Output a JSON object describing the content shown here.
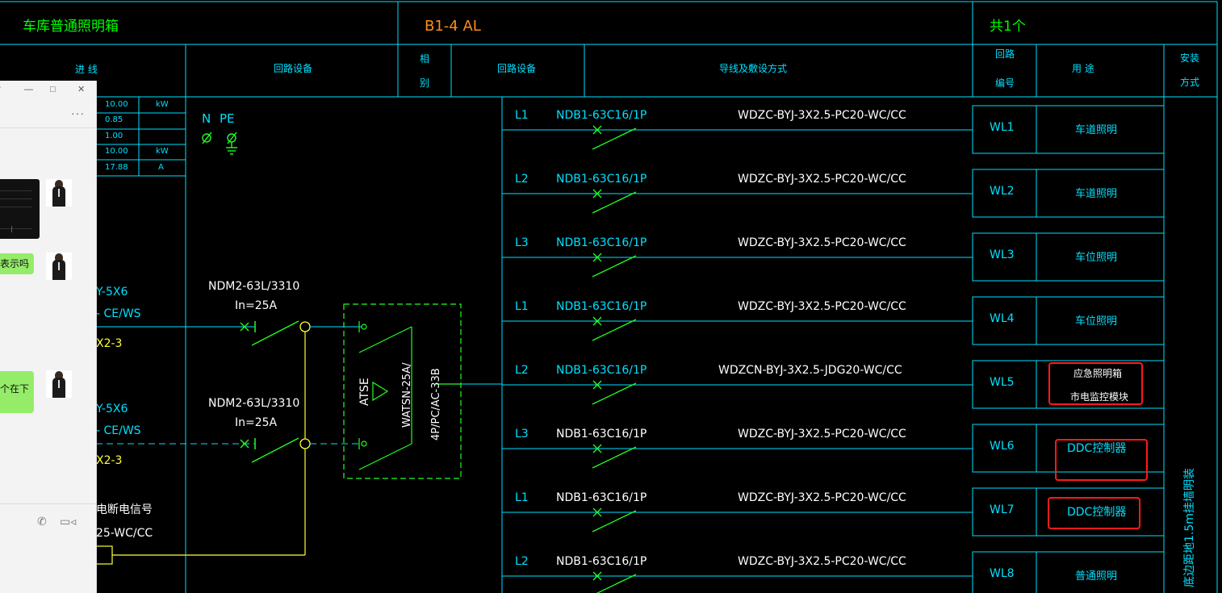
{
  "header": {
    "box_title": "车库普通照明箱",
    "box_code": "B1-4 AL",
    "box_count": "共1个"
  },
  "columns": {
    "incoming": "进   线",
    "circuit_device_left": "回路设备",
    "phase_top": "相",
    "phase_bottom": "别",
    "circuit_device_right": "回路设备",
    "wiring_method": "导线及敷设方式",
    "circuit_no_top": "回路",
    "circuit_no_bottom": "编号",
    "usage": "用   途",
    "install_top": "安装",
    "install_bottom": "方式"
  },
  "incoming_params": [
    {
      "value": "10.00",
      "unit": "kW"
    },
    {
      "value": "0.85",
      "unit": ""
    },
    {
      "value": "1.00",
      "unit": ""
    },
    {
      "value": "10.00",
      "unit": "kW"
    },
    {
      "value": "17.88",
      "unit": "A"
    }
  ],
  "bus_labels": {
    "n": "N",
    "pe": "PE"
  },
  "incoming_feeds": [
    {
      "cable_a": "Y-5X6",
      "cable_b": "- CE/WS",
      "cable_c": "X2-3",
      "breaker": "NDM2-63L/3310",
      "rating": "In=25A"
    },
    {
      "cable_a": "Y-5X6",
      "cable_b": "- CE/WS",
      "cable_c": "X2-3",
      "breaker": "NDM2-63L/3310",
      "rating": "In=25A"
    }
  ],
  "ats": {
    "label": "ATSE",
    "model_a": "WATSN-25A/",
    "model_b": "4P/PC/AC-33B"
  },
  "fire_signal": {
    "line_a": "电断电信号",
    "line_b": "25-WC/CC"
  },
  "circuits": [
    {
      "phase": "L1",
      "breaker": "NDB1-63C16/1P",
      "cable": "WDZC-BYJ-3X2.5-PC20-WC/CC",
      "id": "WL1",
      "usage_a": "车道照明",
      "usage_b": "",
      "breaker_color": "#00e0ff"
    },
    {
      "phase": "L2",
      "breaker": "NDB1-63C16/1P",
      "cable": "WDZC-BYJ-3X2.5-PC20-WC/CC",
      "id": "WL2",
      "usage_a": "车道照明",
      "usage_b": "",
      "breaker_color": "#00e0ff"
    },
    {
      "phase": "L3",
      "breaker": "NDB1-63C16/1P",
      "cable": "WDZC-BYJ-3X2.5-PC20-WC/CC",
      "id": "WL3",
      "usage_a": "车位照明",
      "usage_b": "",
      "breaker_color": "#00e0ff"
    },
    {
      "phase": "L1",
      "breaker": "NDB1-63C16/1P",
      "cable": "WDZC-BYJ-3X2.5-PC20-WC/CC",
      "id": "WL4",
      "usage_a": "车位照明",
      "usage_b": "",
      "breaker_color": "#00e0ff"
    },
    {
      "phase": "L2",
      "breaker": "NDB1-63C16/1P",
      "cable": "WDZCN-BYJ-3X2.5-JDG20-WC/CC",
      "id": "WL5",
      "usage_a": "应急照明箱",
      "usage_b": "市电监控模块",
      "breaker_color": "#00e0ff"
    },
    {
      "phase": "L3",
      "breaker": "NDB1-63C16/1P",
      "cable": "WDZC-BYJ-3X2.5-PC20-WC/CC",
      "id": "WL6",
      "usage_a": "DDC控制器",
      "usage_b": "",
      "breaker_color": "#ffffff"
    },
    {
      "phase": "L1",
      "breaker": "NDB1-63C16/1P",
      "cable": "WDZC-BYJ-3X2.5-PC20-WC/CC",
      "id": "WL7",
      "usage_a": "DDC控制器",
      "usage_b": "",
      "breaker_color": "#ffffff"
    },
    {
      "phase": "L2",
      "breaker": "NDB1-63C16/1P",
      "cable": "WDZC-BYJ-3X2.5-PC20-WC/CC",
      "id": "WL8",
      "usage_a": "普通照明",
      "usage_b": "",
      "breaker_color": "#ffffff"
    }
  ],
  "install_note": "底边距地1.5m挂墙明装",
  "chat": {
    "bubble_1": "表示吗",
    "bubble_2": "个在下"
  },
  "colors": {
    "background": "#000000",
    "grid_line": "#00e0ff",
    "title_green": "#00ff00",
    "code_orange": "#ff8c1a",
    "cyan_text": "#00e0ff",
    "wire_green": "#22ff22",
    "yellow": "#ffff33",
    "highlight_red": "#ff1a1a",
    "chat_bubble": "#95ec69"
  }
}
